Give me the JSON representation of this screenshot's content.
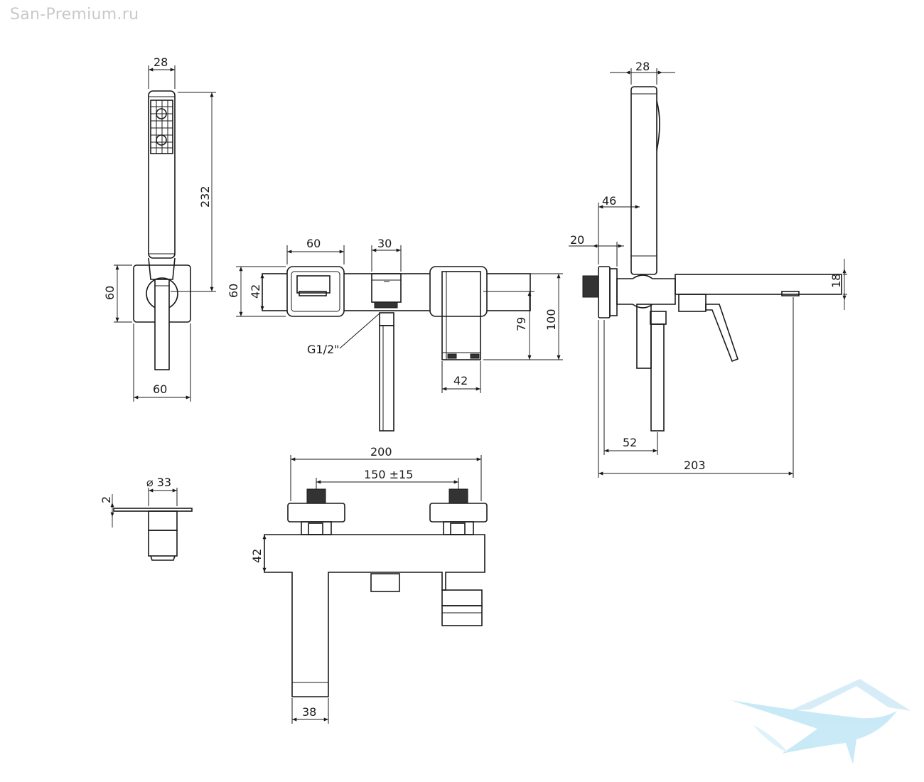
{
  "watermark": "San-Premium.ru",
  "colors": {
    "line": "#1a1a1a",
    "watermark": "#c9c9c9",
    "logo": "#bfe6f5"
  },
  "dimensions": {
    "hs_width": "28",
    "hs_length": "232",
    "hs_holder_height": "60",
    "hs_holder_width": "60",
    "front_body_width": "60",
    "front_spout_width": "30",
    "front_height_60": "60",
    "front_height_42": "42",
    "front_thread": "G1/2\"",
    "front_height_79": "79",
    "front_height_100": "100",
    "front_spout_42": "42",
    "side_width": "28",
    "side_offset_46": "46",
    "side_offset_20": "20",
    "side_spout_18": "18",
    "side_depth_52": "52",
    "side_total_203": "203",
    "hook_diameter": "⌀ 33",
    "hook_thickness": "2",
    "top_total_200": "200",
    "top_centers": "150 ±15",
    "top_depth_42": "42",
    "top_spout_38": "38"
  },
  "icons": {
    "logo": "water-wave-logo-icon"
  }
}
